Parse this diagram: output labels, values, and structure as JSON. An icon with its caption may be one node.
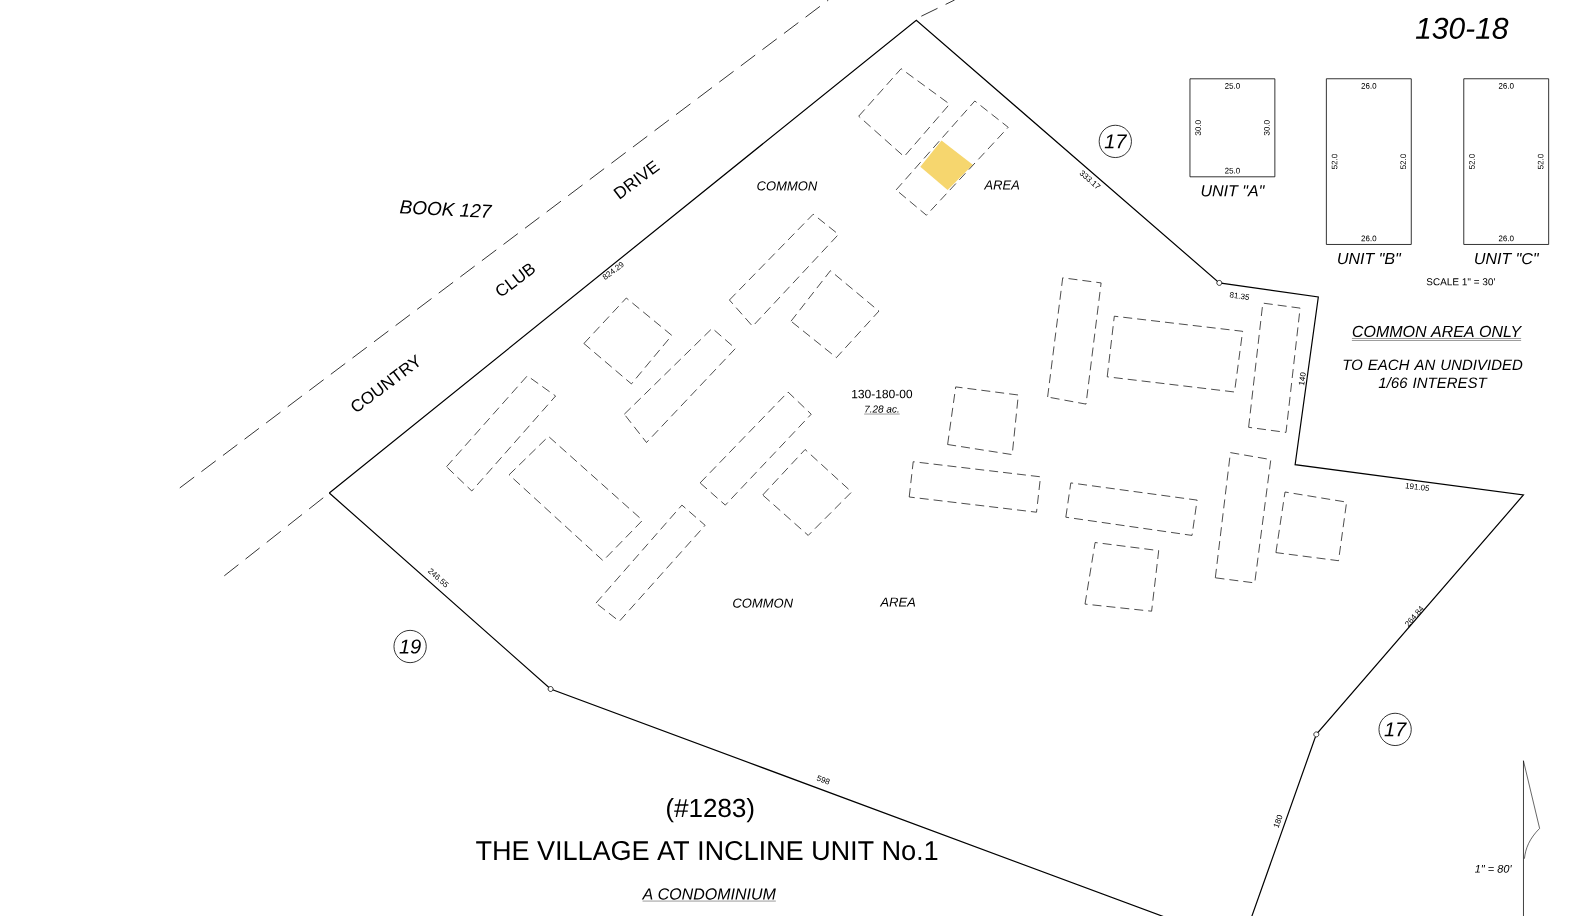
{
  "diagram": {
    "nodes": [
      {
        "text": [
          "25.0",
          "30.0",
          "30.0",
          "25.0",
          "UNIT \"A\""
        ]
      },
      {
        "text": [
          "26.0",
          "52.0",
          "52.0",
          "26.0",
          "UNIT \"B\""
        ]
      },
      {
        "text": [
          "26.0",
          "52.0",
          "52.0",
          "26.0",
          "UNIT \"C\""
        ]
      },
      {
        "text": [
          "17"
        ]
      },
      {
        "text": [
          "19"
        ]
      },
      {
        "text": [
          "17"
        ]
      }
    ],
    "labels": [
      "130-18",
      "BOOK 127",
      "DRIVE",
      "COMMON",
      "AREA",
      "333.17",
      "SCALE 1\" = 30'",
      "CLUB",
      "824.29",
      "81.35",
      "COMMON AREA ONLY",
      "TO EACH AN UNDIVIDED 1/66 INTEREST",
      "140",
      "COUNTRY",
      "130-180-00",
      "7.28 ac.",
      "191.05",
      "246.55",
      "COMMON",
      "AREA",
      "264.84",
      "598",
      "(#1283)",
      "180",
      "THE VILLAGE AT INCLINE UNIT No.1",
      "1\" = 80'",
      "A CONDOMINIUM"
    ]
  }
}
